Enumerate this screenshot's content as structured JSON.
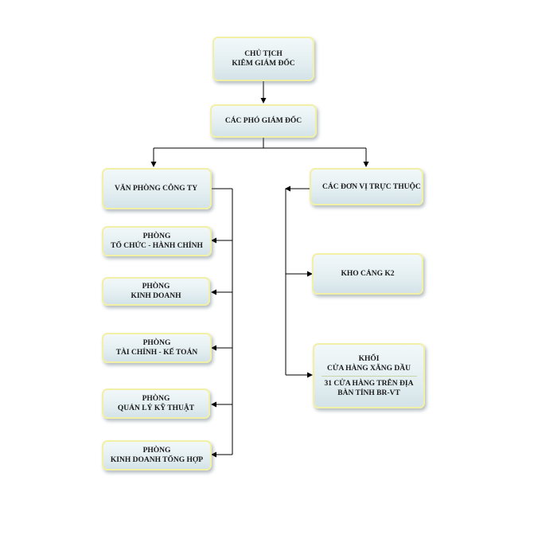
{
  "boxes": {
    "chairman": [
      "CHỦ TỊCH",
      "KIÊM GIÁM ĐỐC"
    ],
    "deputies": [
      "CÁC PHÓ GIÁM ĐỐC"
    ],
    "office": [
      "VĂN PHÒNG CÔNG TY"
    ],
    "units": [
      "CÁC ĐƠN VỊ TRỰC THUỘC"
    ],
    "org_admin": [
      "PHÒNG",
      "TỔ CHỨC - HÀNH CHÍNH"
    ],
    "business": [
      "PHÒNG",
      "KINH DOANH"
    ],
    "finance": [
      "PHÒNG",
      "TÀI CHÍNH - KẾ TOÁN"
    ],
    "technical": [
      "PHÒNG",
      "QUẢN LÝ KỸ THUẬT"
    ],
    "general_business": [
      "PHÒNG",
      "KINH DOANH TỔNG HỢP"
    ],
    "warehouse": [
      "KHO CẢNG K2"
    ],
    "stores": [
      "KHỐI",
      "CỬA HÀNG XĂNG DẦU",
      "31 CỬA HÀNG TRÊN ĐỊA",
      "BÀN TỈNH BR-VT"
    ]
  },
  "colors": {
    "box_border": "#f2f0a6",
    "box_fill": "#e3eef1",
    "line": "#000000"
  }
}
